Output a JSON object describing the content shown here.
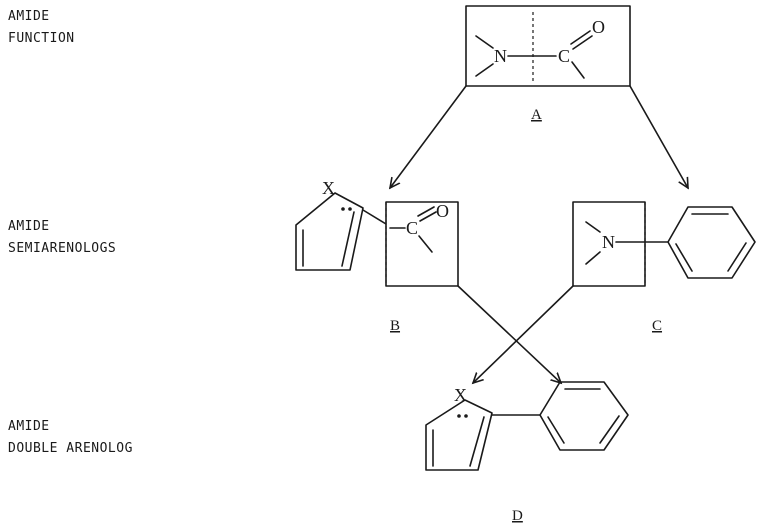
{
  "row_labels": [
    {
      "line1": "AMIDE",
      "line2": "FUNCTION"
    },
    {
      "line1": "AMIDE",
      "line2": "SEMIARENOLOGS"
    },
    {
      "line1": "AMIDE",
      "line2": "DOUBLE ARENOLOG"
    }
  ],
  "structures": {
    "A": {
      "tag": "A",
      "atom_n": "N",
      "atom_c": "C",
      "atom_o": "O"
    },
    "B": {
      "tag": "B",
      "atom_c": "C",
      "atom_o": "O",
      "heteroatom": "X"
    },
    "C": {
      "tag": "C",
      "atom_n": "N"
    },
    "D": {
      "tag": "D",
      "heteroatom": "X"
    }
  },
  "colors": {
    "ink": "#1a1a1a",
    "background": "#ffffff"
  }
}
